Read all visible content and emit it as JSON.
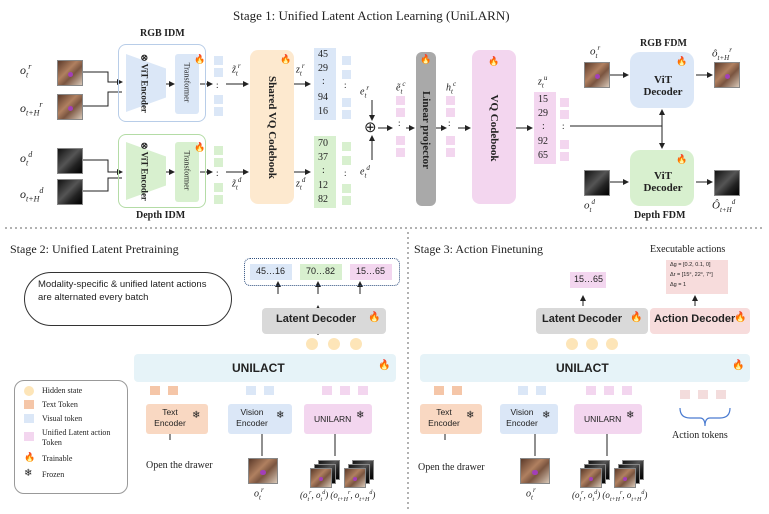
{
  "stage1": {
    "title": "Stage 1: Unified Latent Action Learning (UniLARN)",
    "rgb_idm_label": "RGB IDM",
    "depth_idm_label": "Depth IDM",
    "vit_encoder_label": "⊗ ViT Encoder",
    "transformer_label": "Transformer",
    "shared_vq_label": "Shared VQ Codebook",
    "linear_projector_label": "Linear projector",
    "vq_codebook_label": "VQ Codebook",
    "rgb_fdm_label": "RGB FDM",
    "depth_fdm_label": "Depth FDM",
    "vit_decoder_label": "ViT Decoder",
    "rgb_codes": [
      "45",
      "29",
      ":",
      "94",
      "16"
    ],
    "depth_codes": [
      "70",
      "37",
      ":",
      "12",
      "82"
    ],
    "unified_codes": [
      "15",
      "29",
      ":",
      "92",
      "65"
    ],
    "dots": ":",
    "plus_symbol": "⊕",
    "colors": {
      "rgb": "#dbe7f7",
      "depth": "#d8f0cf",
      "shared": "#fde9cf",
      "unified": "#f3d6ef",
      "projector": "#a9a9a9",
      "fire": "#222222"
    }
  },
  "stage2": {
    "title": "Stage 2: Unified Latent Pretraining",
    "callout_text": "Modality-specific & unified latent actions are alternated every batch",
    "chip_rgb": "45…16",
    "chip_depth": "70…82",
    "chip_unified": "15…65",
    "latent_decoder_label": "Latent Decoder",
    "unilact_label": "UNILACT",
    "text_encoder_label": "Text Encoder",
    "vision_encoder_label": "Vision Encoder",
    "unilarn_label": "UNILARN",
    "instruction": "Open the drawer"
  },
  "stage3": {
    "title": "Stage 3: Action Finetuning",
    "executable_label": "Executable actions",
    "action_lines": [
      "Δg = [0.2, 0.1, 0]",
      "Δr = [15°, 22°, 7°]",
      "Δg = 1"
    ],
    "chip_unified": "15…65",
    "latent_decoder_label": "Latent Decoder",
    "action_decoder_label": "Action Decoder",
    "unilact_label": "UNILACT",
    "text_encoder_label": "Text Encoder",
    "vision_encoder_label": "Vision Encoder",
    "unilarn_label": "UNILARN",
    "action_tokens_label": "Action tokens",
    "instruction": "Open the drawer"
  },
  "legend": {
    "items": [
      "Hidden state",
      "Text Token",
      "Visual token",
      "Unified Latent action Token",
      "Trainable",
      "Frozen"
    ]
  }
}
